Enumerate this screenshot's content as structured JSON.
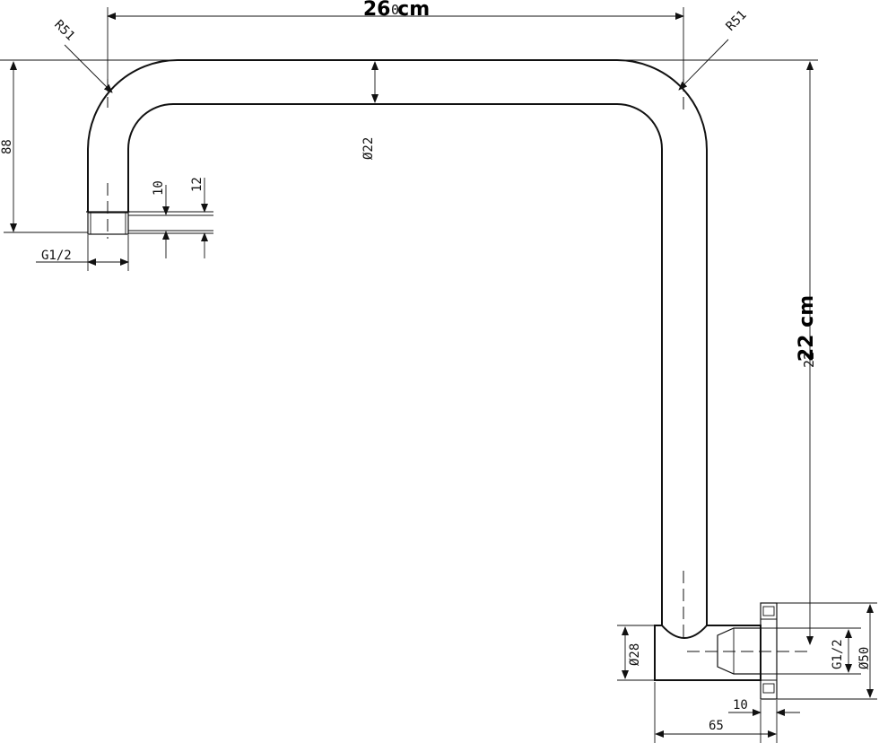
{
  "dimensions": {
    "width_overlay": "26 cm",
    "width_ghost": "0",
    "height_overlay": "22 cm",
    "height_ghost": "22",
    "radius_left": "R51",
    "radius_right": "R51",
    "left_height": "88",
    "pipe_diameter": "Ø22",
    "spout_10": "10",
    "spout_12": "12",
    "spout_thread": "G1/2",
    "base_diameter_28": "Ø28",
    "base_thread": "G1/2",
    "base_diameter_50": "Ø50",
    "base_depth_10": "10",
    "base_depth_65": "65"
  }
}
